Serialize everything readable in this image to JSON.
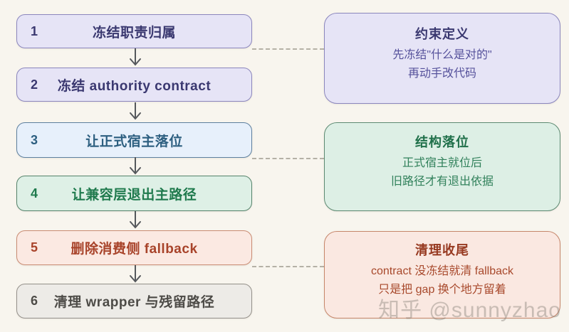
{
  "steps": [
    {
      "num": "1",
      "label": "冻结职责归属",
      "theme": "purple"
    },
    {
      "num": "2",
      "label": "冻结 authority contract",
      "theme": "purple"
    },
    {
      "num": "3",
      "label": "让正式宿主落位",
      "theme": "blue"
    },
    {
      "num": "4",
      "label": "让兼容层退出主路径",
      "theme": "green"
    },
    {
      "num": "5",
      "label": "删除消费侧 fallback",
      "theme": "red"
    },
    {
      "num": "6",
      "label": "清理 wrapper 与残留路径",
      "theme": "gray"
    }
  ],
  "notes": [
    {
      "title": "约束定义",
      "lines": [
        "先冻结\"什么是对的\"",
        "再动手改代码"
      ],
      "theme": "purple"
    },
    {
      "title": "结构落位",
      "lines": [
        "正式宿主就位后",
        "旧路径才有退出依据"
      ],
      "theme": "green"
    },
    {
      "title": "清理收尾",
      "lines": [
        "contract 没冻结就清 fallback",
        "只是把 gap 换个地方留着"
      ],
      "theme": "red"
    }
  ],
  "watermark": {
    "text": "知乎 @sunnyzhao"
  },
  "colors": {
    "background": "#f8f5ee",
    "purple_fill": "#e6e4f6",
    "purple_border": "#8b86bd",
    "purple_text": "#3a3870",
    "blue_fill": "#e7f0fb",
    "blue_border": "#5d7f9e",
    "blue_text": "#2d5f80",
    "green_fill": "#def0e6",
    "green_border": "#55836b",
    "green_text": "#1f7a4d",
    "red_fill": "#fbe9e2",
    "red_border": "#c98b72",
    "red_text": "#a8432a",
    "gray_fill": "#edebe7",
    "gray_border": "#94908a",
    "gray_text": "#4d4b47",
    "arrow": "#55585c",
    "dashed_connector": "#b5b1a6"
  }
}
